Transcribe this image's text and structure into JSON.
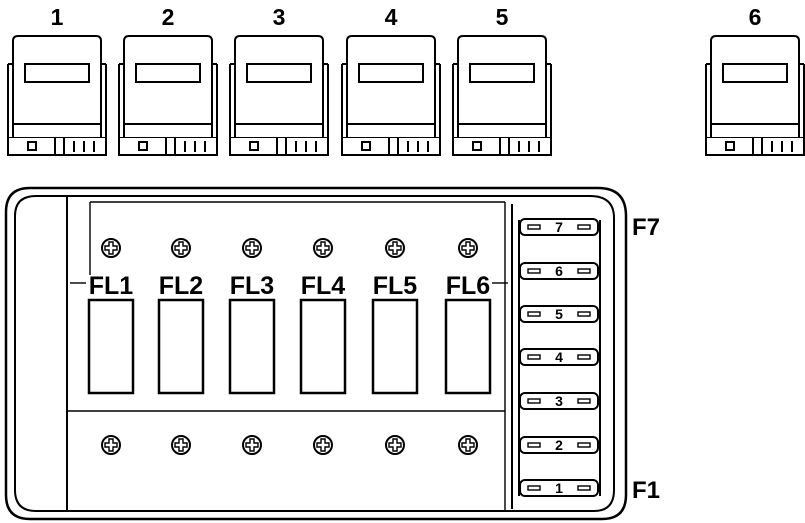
{
  "relays": [
    {
      "label": "1"
    },
    {
      "label": "2"
    },
    {
      "label": "3"
    },
    {
      "label": "4"
    },
    {
      "label": "5"
    },
    {
      "label": "6"
    }
  ],
  "fusible_links": [
    {
      "label": "FL1"
    },
    {
      "label": "FL2"
    },
    {
      "label": "FL3"
    },
    {
      "label": "FL4"
    },
    {
      "label": "FL5"
    },
    {
      "label": "FL6"
    }
  ],
  "fuses": [
    {
      "label": "7"
    },
    {
      "label": "6"
    },
    {
      "label": "5"
    },
    {
      "label": "4"
    },
    {
      "label": "3"
    },
    {
      "label": "2"
    },
    {
      "label": "1"
    }
  ],
  "side_labels": {
    "top": "F7",
    "bottom": "F1"
  }
}
